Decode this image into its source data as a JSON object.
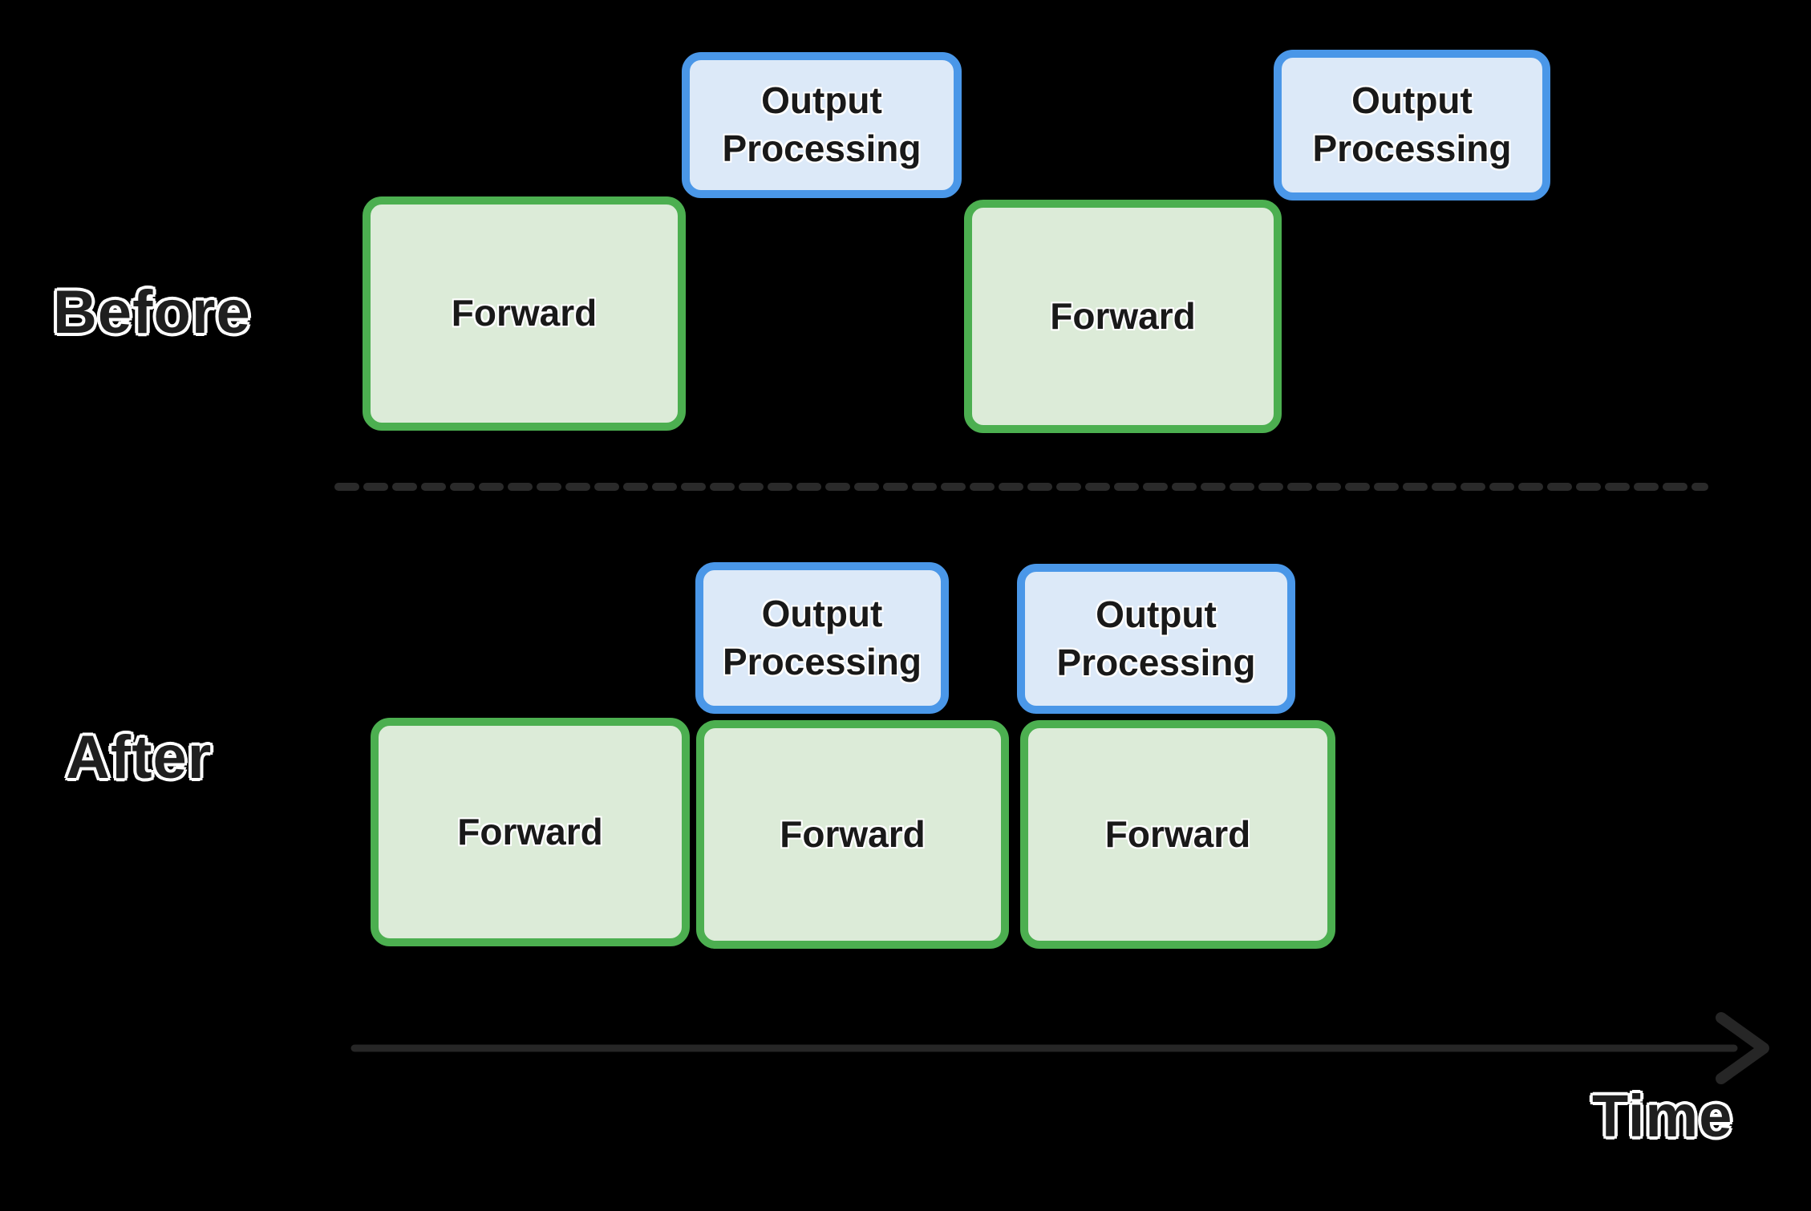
{
  "before": {
    "label": "Before",
    "boxes": [
      {
        "type": "forward",
        "label": "Forward"
      },
      {
        "type": "output",
        "label": "Output Processing"
      },
      {
        "type": "forward",
        "label": "Forward"
      },
      {
        "type": "output",
        "label": "Output Processing"
      }
    ]
  },
  "after": {
    "label": "After",
    "boxes": [
      {
        "type": "forward",
        "label": "Forward"
      },
      {
        "type": "forward",
        "label": "Forward"
      },
      {
        "type": "forward",
        "label": "Forward"
      },
      {
        "type": "output",
        "label": "Output Processing"
      },
      {
        "type": "output",
        "label": "Output Processing"
      }
    ]
  },
  "time_axis": {
    "label": "Time"
  },
  "colors": {
    "background": "#000000",
    "forward_border": "#4caf50",
    "forward_fill": "#dcebd8",
    "output_border": "#4a97e8",
    "output_fill": "#dce9f8",
    "label_text": "#1f1f1f",
    "label_outline": "#ffffff",
    "divider_line": "#2a2a2a",
    "axis_line": "#262626"
  }
}
